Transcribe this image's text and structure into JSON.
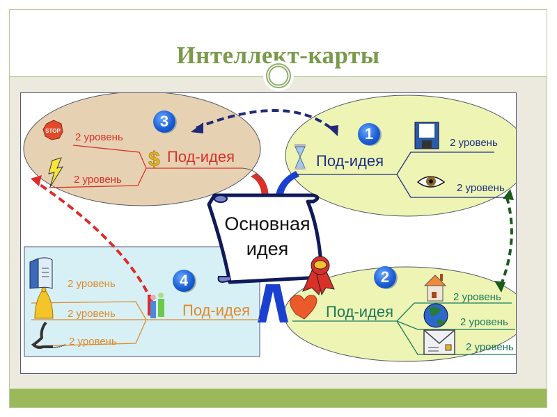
{
  "slide": {
    "title": "Интеллект-карты",
    "colors": {
      "title": "#7a9a4a",
      "accent_green": "#9bb95a",
      "content_bg": "#ece9df"
    }
  },
  "mindmap": {
    "central_idea": {
      "line1": "Основная",
      "line2": "идея",
      "icon": "scroll-icon",
      "ribbon_icon": "award-ribbon-icon"
    },
    "branches": [
      {
        "number": "1",
        "label": "Под-идея",
        "color": "#1f2f86",
        "area_fill": "#eef5b4",
        "icon": "hourglass-icon",
        "children": [
          {
            "label": "2 уровень",
            "icon": "floppy-disk-icon"
          },
          {
            "label": "2 уровень",
            "icon": "eye-icon"
          }
        ]
      },
      {
        "number": "2",
        "label": "Под-идея",
        "color": "#1a7a5a",
        "area_fill": "#eef5b4",
        "icon": "heart-icon",
        "children": [
          {
            "label": "2 уровень",
            "icon": "house-icon"
          },
          {
            "label": "2 уровень",
            "icon": "globe-icon"
          },
          {
            "label": "2 уровень",
            "icon": "envelope-icon"
          }
        ]
      },
      {
        "number": "3",
        "label": "Под-идея",
        "color": "#d9302a",
        "area_fill": "#e6d2b2",
        "icon": "dollar-icon",
        "children": [
          {
            "label": "2 уровень",
            "icon": "stop-sign-icon"
          },
          {
            "label": "2 уровень",
            "icon": "lightning-icon"
          }
        ]
      },
      {
        "number": "4",
        "label": "Под-идея",
        "color": "#e08a2a",
        "area_fill": "#d7f0f5",
        "icon": "people-icon",
        "children": [
          {
            "label": "2 уровень",
            "icon": "book-icon"
          },
          {
            "label": "2 уровень",
            "icon": "bell-icon"
          },
          {
            "label": "2 уровень",
            "icon": "telephone-icon"
          }
        ]
      }
    ],
    "relationships": [
      {
        "from": "1",
        "to": "3",
        "color": "#1f2a78",
        "style": "dashed"
      },
      {
        "from": "1",
        "to": "2",
        "color": "#1c5a1c",
        "style": "dashed"
      },
      {
        "from": "4",
        "to": "3",
        "color": "#e02a2a",
        "style": "dashed"
      }
    ]
  }
}
